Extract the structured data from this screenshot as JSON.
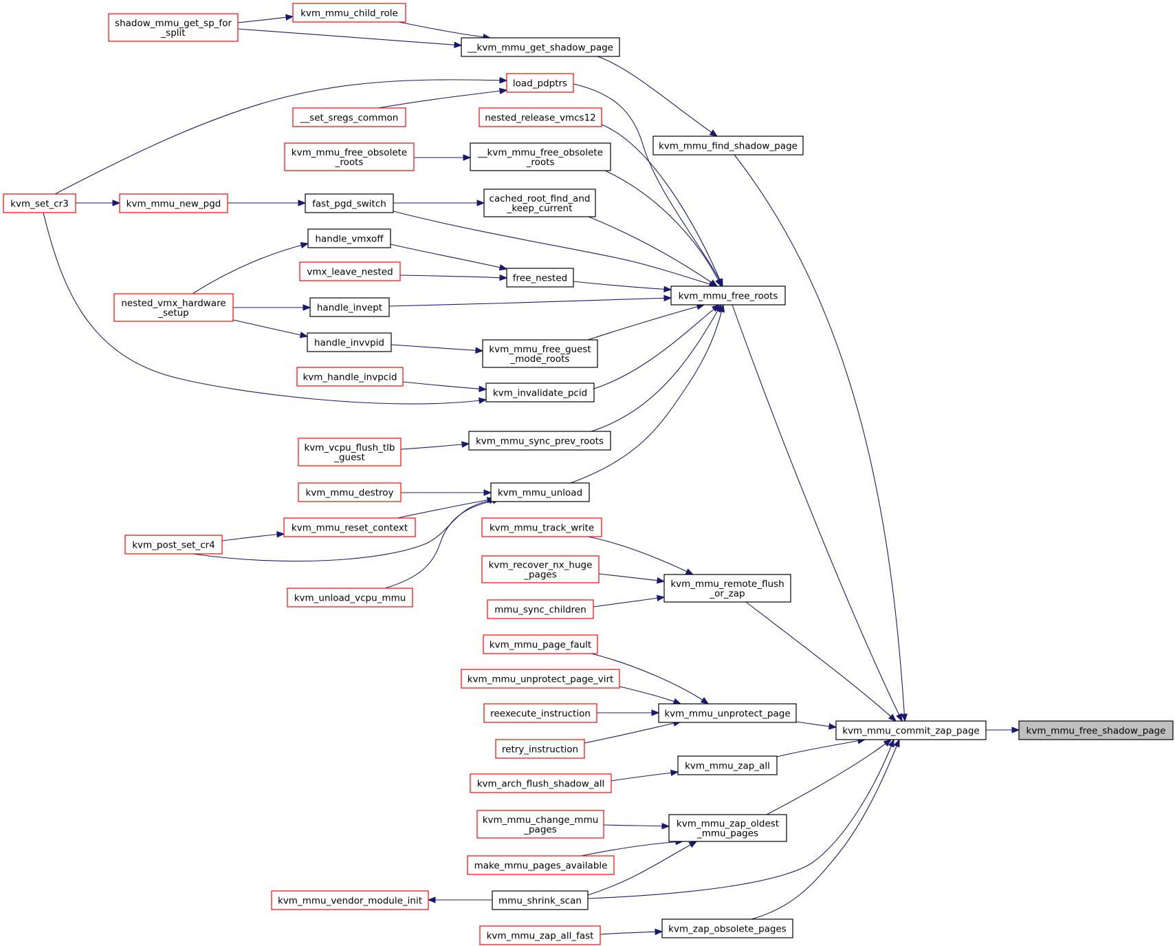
{
  "graph": {
    "nodes": [
      {
        "id": "kvm_mmu_free_shadow_page",
        "lines": [
          "kvm_mmu_free_shadow_page"
        ],
        "style": "focus"
      },
      {
        "id": "kvm_mmu_commit_zap_page",
        "lines": [
          "kvm_mmu_commit_zap_page"
        ],
        "style": "plain"
      },
      {
        "id": "kvm_mmu_find_shadow_page",
        "lines": [
          "kvm_mmu_find_shadow_page"
        ],
        "style": "plain"
      },
      {
        "id": "kvm_mmu_free_roots",
        "lines": [
          "kvm_mmu_free_roots"
        ],
        "style": "plain"
      },
      {
        "id": "kvm_mmu_remote_flush_or_zap",
        "lines": [
          "kvm_mmu_remote_flush",
          "_or_zap"
        ],
        "style": "plain"
      },
      {
        "id": "kvm_mmu_unprotect_page",
        "lines": [
          "kvm_mmu_unprotect_page"
        ],
        "style": "plain"
      },
      {
        "id": "kvm_mmu_zap_all",
        "lines": [
          "kvm_mmu_zap_all"
        ],
        "style": "plain"
      },
      {
        "id": "kvm_mmu_zap_oldest_mmu_pages",
        "lines": [
          "kvm_mmu_zap_oldest",
          "_mmu_pages"
        ],
        "style": "plain"
      },
      {
        "id": "kvm_zap_obsolete_pages",
        "lines": [
          "kvm_zap_obsolete_pages"
        ],
        "style": "plain"
      },
      {
        "id": "__kvm_mmu_get_shadow_page",
        "lines": [
          "__kvm_mmu_get_shadow_page"
        ],
        "style": "plain"
      },
      {
        "id": "kvm_mmu_child_role",
        "lines": [
          "kvm_mmu_child_role"
        ],
        "style": "red"
      },
      {
        "id": "shadow_mmu_get_sp_for_split",
        "lines": [
          "shadow_mmu_get_sp_for",
          "_split"
        ],
        "style": "red"
      },
      {
        "id": "load_pdptrs",
        "lines": [
          "load_pdptrs"
        ],
        "style": "red"
      },
      {
        "id": "__set_sregs_common",
        "lines": [
          "__set_sregs_common"
        ],
        "style": "red"
      },
      {
        "id": "nested_release_vmcs12",
        "lines": [
          "nested_release_vmcs12"
        ],
        "style": "red"
      },
      {
        "id": "__kvm_mmu_free_obsolete_roots",
        "lines": [
          "__kvm_mmu_free_obsolete",
          "_roots"
        ],
        "style": "plain"
      },
      {
        "id": "kvm_mmu_free_obsolete_roots",
        "lines": [
          "kvm_mmu_free_obsolete",
          "_roots"
        ],
        "style": "red"
      },
      {
        "id": "cached_root_find_and_keep_current",
        "lines": [
          "cached_root_find_and",
          "_keep_current"
        ],
        "style": "plain"
      },
      {
        "id": "fast_pgd_switch",
        "lines": [
          "fast_pgd_switch"
        ],
        "style": "plain"
      },
      {
        "id": "kvm_mmu_new_pgd",
        "lines": [
          "kvm_mmu_new_pgd"
        ],
        "style": "red"
      },
      {
        "id": "kvm_set_cr3",
        "lines": [
          "kvm_set_cr3"
        ],
        "style": "red"
      },
      {
        "id": "free_nested",
        "lines": [
          "free_nested"
        ],
        "style": "plain"
      },
      {
        "id": "handle_vmxoff",
        "lines": [
          "handle_vmxoff"
        ],
        "style": "plain"
      },
      {
        "id": "vmx_leave_nested",
        "lines": [
          "vmx_leave_nested"
        ],
        "style": "red"
      },
      {
        "id": "handle_invept",
        "lines": [
          "handle_invept"
        ],
        "style": "plain"
      },
      {
        "id": "nested_vmx_hardware_setup",
        "lines": [
          "nested_vmx_hardware",
          "_setup"
        ],
        "style": "red"
      },
      {
        "id": "handle_invvpid",
        "lines": [
          "handle_invvpid"
        ],
        "style": "plain"
      },
      {
        "id": "kvm_mmu_free_guest_mode_roots",
        "lines": [
          "kvm_mmu_free_guest",
          "_mode_roots"
        ],
        "style": "plain"
      },
      {
        "id": "kvm_invalidate_pcid",
        "lines": [
          "kvm_invalidate_pcid"
        ],
        "style": "plain"
      },
      {
        "id": "kvm_handle_invpcid",
        "lines": [
          "kvm_handle_invpcid"
        ],
        "style": "red"
      },
      {
        "id": "kvm_mmu_sync_prev_roots",
        "lines": [
          "kvm_mmu_sync_prev_roots"
        ],
        "style": "plain"
      },
      {
        "id": "kvm_vcpu_flush_tlb_guest",
        "lines": [
          "kvm_vcpu_flush_tlb",
          "_guest"
        ],
        "style": "red"
      },
      {
        "id": "kvm_mmu_unload",
        "lines": [
          "kvm_mmu_unload"
        ],
        "style": "plain"
      },
      {
        "id": "kvm_mmu_destroy",
        "lines": [
          "kvm_mmu_destroy"
        ],
        "style": "red"
      },
      {
        "id": "kvm_mmu_reset_context",
        "lines": [
          "kvm_mmu_reset_context"
        ],
        "style": "red"
      },
      {
        "id": "kvm_post_set_cr4",
        "lines": [
          "kvm_post_set_cr4"
        ],
        "style": "red"
      },
      {
        "id": "kvm_unload_vcpu_mmu",
        "lines": [
          "kvm_unload_vcpu_mmu"
        ],
        "style": "red"
      },
      {
        "id": "kvm_mmu_track_write",
        "lines": [
          "kvm_mmu_track_write"
        ],
        "style": "red"
      },
      {
        "id": "kvm_recover_nx_huge_pages",
        "lines": [
          "kvm_recover_nx_huge",
          "_pages"
        ],
        "style": "red"
      },
      {
        "id": "mmu_sync_children",
        "lines": [
          "mmu_sync_children"
        ],
        "style": "red"
      },
      {
        "id": "kvm_mmu_page_fault",
        "lines": [
          "kvm_mmu_page_fault"
        ],
        "style": "red"
      },
      {
        "id": "kvm_mmu_unprotect_page_virt",
        "lines": [
          "kvm_mmu_unprotect_page_virt"
        ],
        "style": "red"
      },
      {
        "id": "reexecute_instruction",
        "lines": [
          "reexecute_instruction"
        ],
        "style": "red"
      },
      {
        "id": "retry_instruction",
        "lines": [
          "retry_instruction"
        ],
        "style": "red"
      },
      {
        "id": "kvm_arch_flush_shadow_all",
        "lines": [
          "kvm_arch_flush_shadow_all"
        ],
        "style": "red"
      },
      {
        "id": "kvm_mmu_change_mmu_pages",
        "lines": [
          "kvm_mmu_change_mmu",
          "_pages"
        ],
        "style": "red"
      },
      {
        "id": "make_mmu_pages_available",
        "lines": [
          "make_mmu_pages_available"
        ],
        "style": "red"
      },
      {
        "id": "mmu_shrink_scan",
        "lines": [
          "mmu_shrink_scan"
        ],
        "style": "plain"
      },
      {
        "id": "kvm_mmu_vendor_module_init",
        "lines": [
          "kvm_mmu_vendor_module_init"
        ],
        "style": "red"
      },
      {
        "id": "kvm_mmu_zap_all_fast",
        "lines": [
          "kvm_mmu_zap_all_fast"
        ],
        "style": "red"
      }
    ],
    "edges": [
      {
        "from": "kvm_mmu_commit_zap_page",
        "to": "kvm_mmu_free_shadow_page"
      },
      {
        "from": "kvm_mmu_find_shadow_page",
        "to": "kvm_mmu_commit_zap_page"
      },
      {
        "from": "kvm_mmu_free_roots",
        "to": "kvm_mmu_commit_zap_page"
      },
      {
        "from": "kvm_mmu_remote_flush_or_zap",
        "to": "kvm_mmu_commit_zap_page"
      },
      {
        "from": "kvm_mmu_unprotect_page",
        "to": "kvm_mmu_commit_zap_page"
      },
      {
        "from": "kvm_mmu_zap_all",
        "to": "kvm_mmu_commit_zap_page"
      },
      {
        "from": "kvm_mmu_zap_oldest_mmu_pages",
        "to": "kvm_mmu_commit_zap_page"
      },
      {
        "from": "mmu_shrink_scan",
        "to": "kvm_mmu_commit_zap_page"
      },
      {
        "from": "kvm_zap_obsolete_pages",
        "to": "kvm_mmu_commit_zap_page"
      },
      {
        "from": "__kvm_mmu_get_shadow_page",
        "to": "kvm_mmu_find_shadow_page"
      },
      {
        "from": "kvm_mmu_child_role",
        "to": "__kvm_mmu_get_shadow_page"
      },
      {
        "from": "shadow_mmu_get_sp_for_split",
        "to": "__kvm_mmu_get_shadow_page"
      },
      {
        "from": "shadow_mmu_get_sp_for_split",
        "to": "kvm_mmu_child_role"
      },
      {
        "from": "load_pdptrs",
        "to": "kvm_mmu_free_roots"
      },
      {
        "from": "nested_release_vmcs12",
        "to": "kvm_mmu_free_roots"
      },
      {
        "from": "__kvm_mmu_free_obsolete_roots",
        "to": "kvm_mmu_free_roots"
      },
      {
        "from": "cached_root_find_and_keep_current",
        "to": "kvm_mmu_free_roots"
      },
      {
        "from": "fast_pgd_switch",
        "to": "kvm_mmu_free_roots"
      },
      {
        "from": "free_nested",
        "to": "kvm_mmu_free_roots"
      },
      {
        "from": "handle_invept",
        "to": "kvm_mmu_free_roots"
      },
      {
        "from": "kvm_mmu_free_guest_mode_roots",
        "to": "kvm_mmu_free_roots"
      },
      {
        "from": "kvm_invalidate_pcid",
        "to": "kvm_mmu_free_roots"
      },
      {
        "from": "kvm_mmu_sync_prev_roots",
        "to": "kvm_mmu_free_roots"
      },
      {
        "from": "kvm_mmu_unload",
        "to": "kvm_mmu_free_roots"
      },
      {
        "from": "__set_sregs_common",
        "to": "load_pdptrs"
      },
      {
        "from": "kvm_set_cr3",
        "to": "load_pdptrs"
      },
      {
        "from": "kvm_mmu_free_obsolete_roots",
        "to": "__kvm_mmu_free_obsolete_roots"
      },
      {
        "from": "fast_pgd_switch",
        "to": "cached_root_find_and_keep_current"
      },
      {
        "from": "kvm_mmu_new_pgd",
        "to": "fast_pgd_switch"
      },
      {
        "from": "kvm_set_cr3",
        "to": "kvm_mmu_new_pgd"
      },
      {
        "from": "handle_vmxoff",
        "to": "free_nested"
      },
      {
        "from": "vmx_leave_nested",
        "to": "free_nested"
      },
      {
        "from": "nested_vmx_hardware_setup",
        "to": "handle_vmxoff"
      },
      {
        "from": "nested_vmx_hardware_setup",
        "to": "handle_invept"
      },
      {
        "from": "nested_vmx_hardware_setup",
        "to": "handle_invvpid"
      },
      {
        "from": "handle_invvpid",
        "to": "kvm_mmu_free_guest_mode_roots"
      },
      {
        "from": "kvm_handle_invpcid",
        "to": "kvm_invalidate_pcid"
      },
      {
        "from": "kvm_set_cr3",
        "to": "kvm_invalidate_pcid"
      },
      {
        "from": "kvm_vcpu_flush_tlb_guest",
        "to": "kvm_mmu_sync_prev_roots"
      },
      {
        "from": "kvm_mmu_destroy",
        "to": "kvm_mmu_unload"
      },
      {
        "from": "kvm_mmu_reset_context",
        "to": "kvm_mmu_unload"
      },
      {
        "from": "kvm_post_set_cr4",
        "to": "kvm_mmu_unload"
      },
      {
        "from": "kvm_unload_vcpu_mmu",
        "to": "kvm_mmu_unload"
      },
      {
        "from": "kvm_post_set_cr4",
        "to": "kvm_mmu_reset_context"
      },
      {
        "from": "kvm_mmu_track_write",
        "to": "kvm_mmu_remote_flush_or_zap"
      },
      {
        "from": "kvm_recover_nx_huge_pages",
        "to": "kvm_mmu_remote_flush_or_zap"
      },
      {
        "from": "mmu_sync_children",
        "to": "kvm_mmu_remote_flush_or_zap"
      },
      {
        "from": "kvm_mmu_page_fault",
        "to": "kvm_mmu_unprotect_page"
      },
      {
        "from": "kvm_mmu_unprotect_page_virt",
        "to": "kvm_mmu_unprotect_page"
      },
      {
        "from": "reexecute_instruction",
        "to": "kvm_mmu_unprotect_page"
      },
      {
        "from": "retry_instruction",
        "to": "kvm_mmu_unprotect_page"
      },
      {
        "from": "kvm_arch_flush_shadow_all",
        "to": "kvm_mmu_zap_all"
      },
      {
        "from": "kvm_mmu_change_mmu_pages",
        "to": "kvm_mmu_zap_oldest_mmu_pages"
      },
      {
        "from": "make_mmu_pages_available",
        "to": "kvm_mmu_zap_oldest_mmu_pages"
      },
      {
        "from": "mmu_shrink_scan",
        "to": "kvm_mmu_zap_oldest_mmu_pages"
      },
      {
        "from": "kvm_mmu_vendor_module_init",
        "to": "mmu_shrink_scan"
      },
      {
        "from": "kvm_mmu_zap_all_fast",
        "to": "kvm_zap_obsolete_pages"
      }
    ]
  },
  "colors": {
    "edge": "#191970",
    "red_border": "#ff0000",
    "plain_border": "#000000",
    "focus_fill": "#bfbfbf",
    "background": "#ffffff"
  }
}
